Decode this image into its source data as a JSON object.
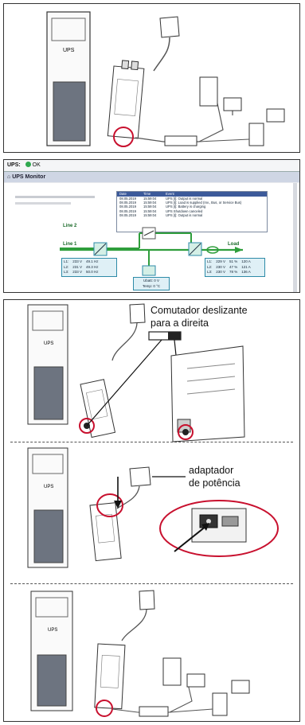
{
  "panel1": {
    "ups_label": "UPS"
  },
  "monitor": {
    "status_label": "UPS:",
    "status_text": "OK",
    "title": "UPS Monitor",
    "events_headers": [
      "Date",
      "Time",
      "Event"
    ],
    "events": [
      [
        "08.05.2019",
        "15:59:04",
        "UPS [I]: Output is normal"
      ],
      [
        "08.05.2019",
        "15:59:04",
        "UPS [I]: Load is supplied (Inv., Bus, or Service Bus)"
      ],
      [
        "08.05.2019",
        "15:59:04",
        "UPS [I]: Battery is charging"
      ],
      [
        "08.05.2019",
        "15:59:04",
        "UPS Shutdown canceled"
      ],
      [
        "08.05.2019",
        "15:59:04",
        "UPS [I]: Output is normal"
      ]
    ],
    "line2": "Line 2",
    "line1": "Line 1",
    "load": "Load",
    "left_table": [
      [
        "L1:",
        "233 V",
        "49.1 Hz"
      ],
      [
        "L2:",
        "231 V",
        "49.3 Hz"
      ],
      [
        "L3:",
        "233 V",
        "50.0 Hz"
      ]
    ],
    "right_table": [
      [
        "L1:",
        "229 V",
        "51 %",
        "120 A"
      ],
      [
        "L2:",
        "230 V",
        "47 %",
        "121 A"
      ],
      [
        "L3:",
        "230 V",
        "78 %",
        "136 A"
      ]
    ],
    "battery_box": [
      "Ubatt: 0 V",
      "Temp: 0 °C"
    ],
    "colors": {
      "status_ok": "#2fa84f",
      "flow": "#2f9e3c",
      "box_fill": "#d4efe6",
      "box_stroke": "#2e8ba8"
    }
  },
  "panel3": {
    "switch_label": [
      "Comutador deslizante",
      "para a direita"
    ],
    "adapter_label": [
      "adaptador",
      "de potência"
    ],
    "ups_label": "UPS",
    "highlight_color": "#c8102e"
  }
}
